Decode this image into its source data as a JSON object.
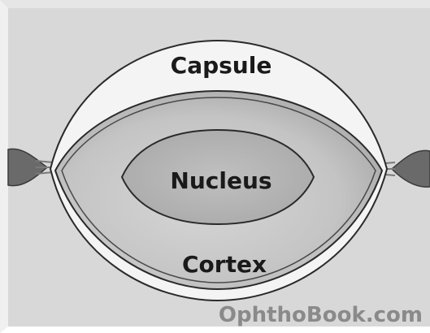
{
  "diagram": {
    "labels": {
      "capsule": "Capsule",
      "nucleus": "Nucleus",
      "cortex": "Cortex"
    },
    "watermark": "OphthoBook.com"
  },
  "colors": {
    "background": "#d8d8d8",
    "capsule_fill": "#f4f4f4",
    "cortex_fill": "#c2c2c2",
    "nucleus_fill": "#b5b5b5",
    "zonule": "#666666",
    "outline": "#2a2a2a"
  }
}
